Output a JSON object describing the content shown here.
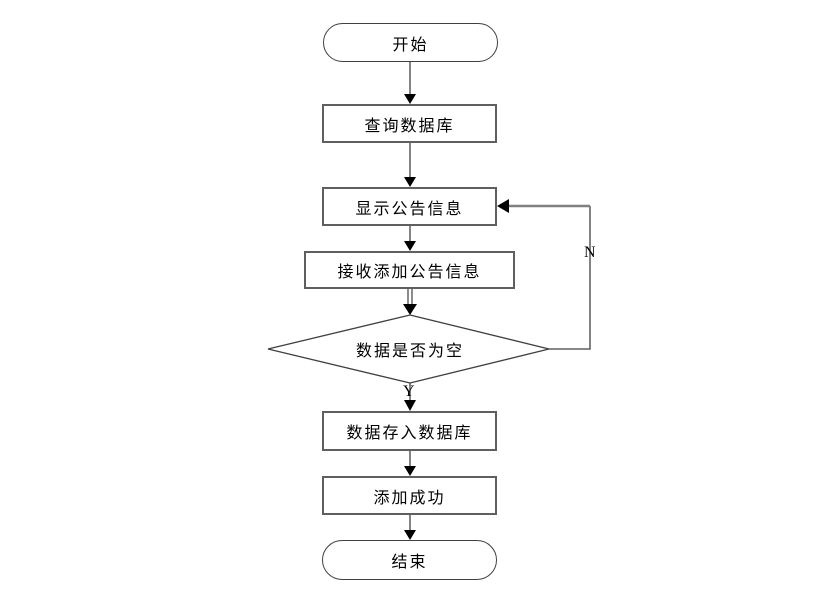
{
  "flowchart": {
    "title_semantic": "announcement-add-flowchart",
    "nodes": {
      "start": "开始",
      "query_db": "查询数据库",
      "display_info": "显示公告信息",
      "receive_info": "接收添加公告信息",
      "decision_empty": "数据是否为空",
      "store_db": "数据存入数据库",
      "add_success": "添加成功",
      "end": "结束"
    },
    "edge_labels": {
      "yes": "Y",
      "no": "N"
    },
    "colors": {
      "background": "#ffffff",
      "process_border": "#5f5f5f",
      "terminal_border": "#404040",
      "line": "#404040",
      "loop_line": "#808080",
      "arrowhead": "#000000",
      "text": "#000000"
    }
  }
}
